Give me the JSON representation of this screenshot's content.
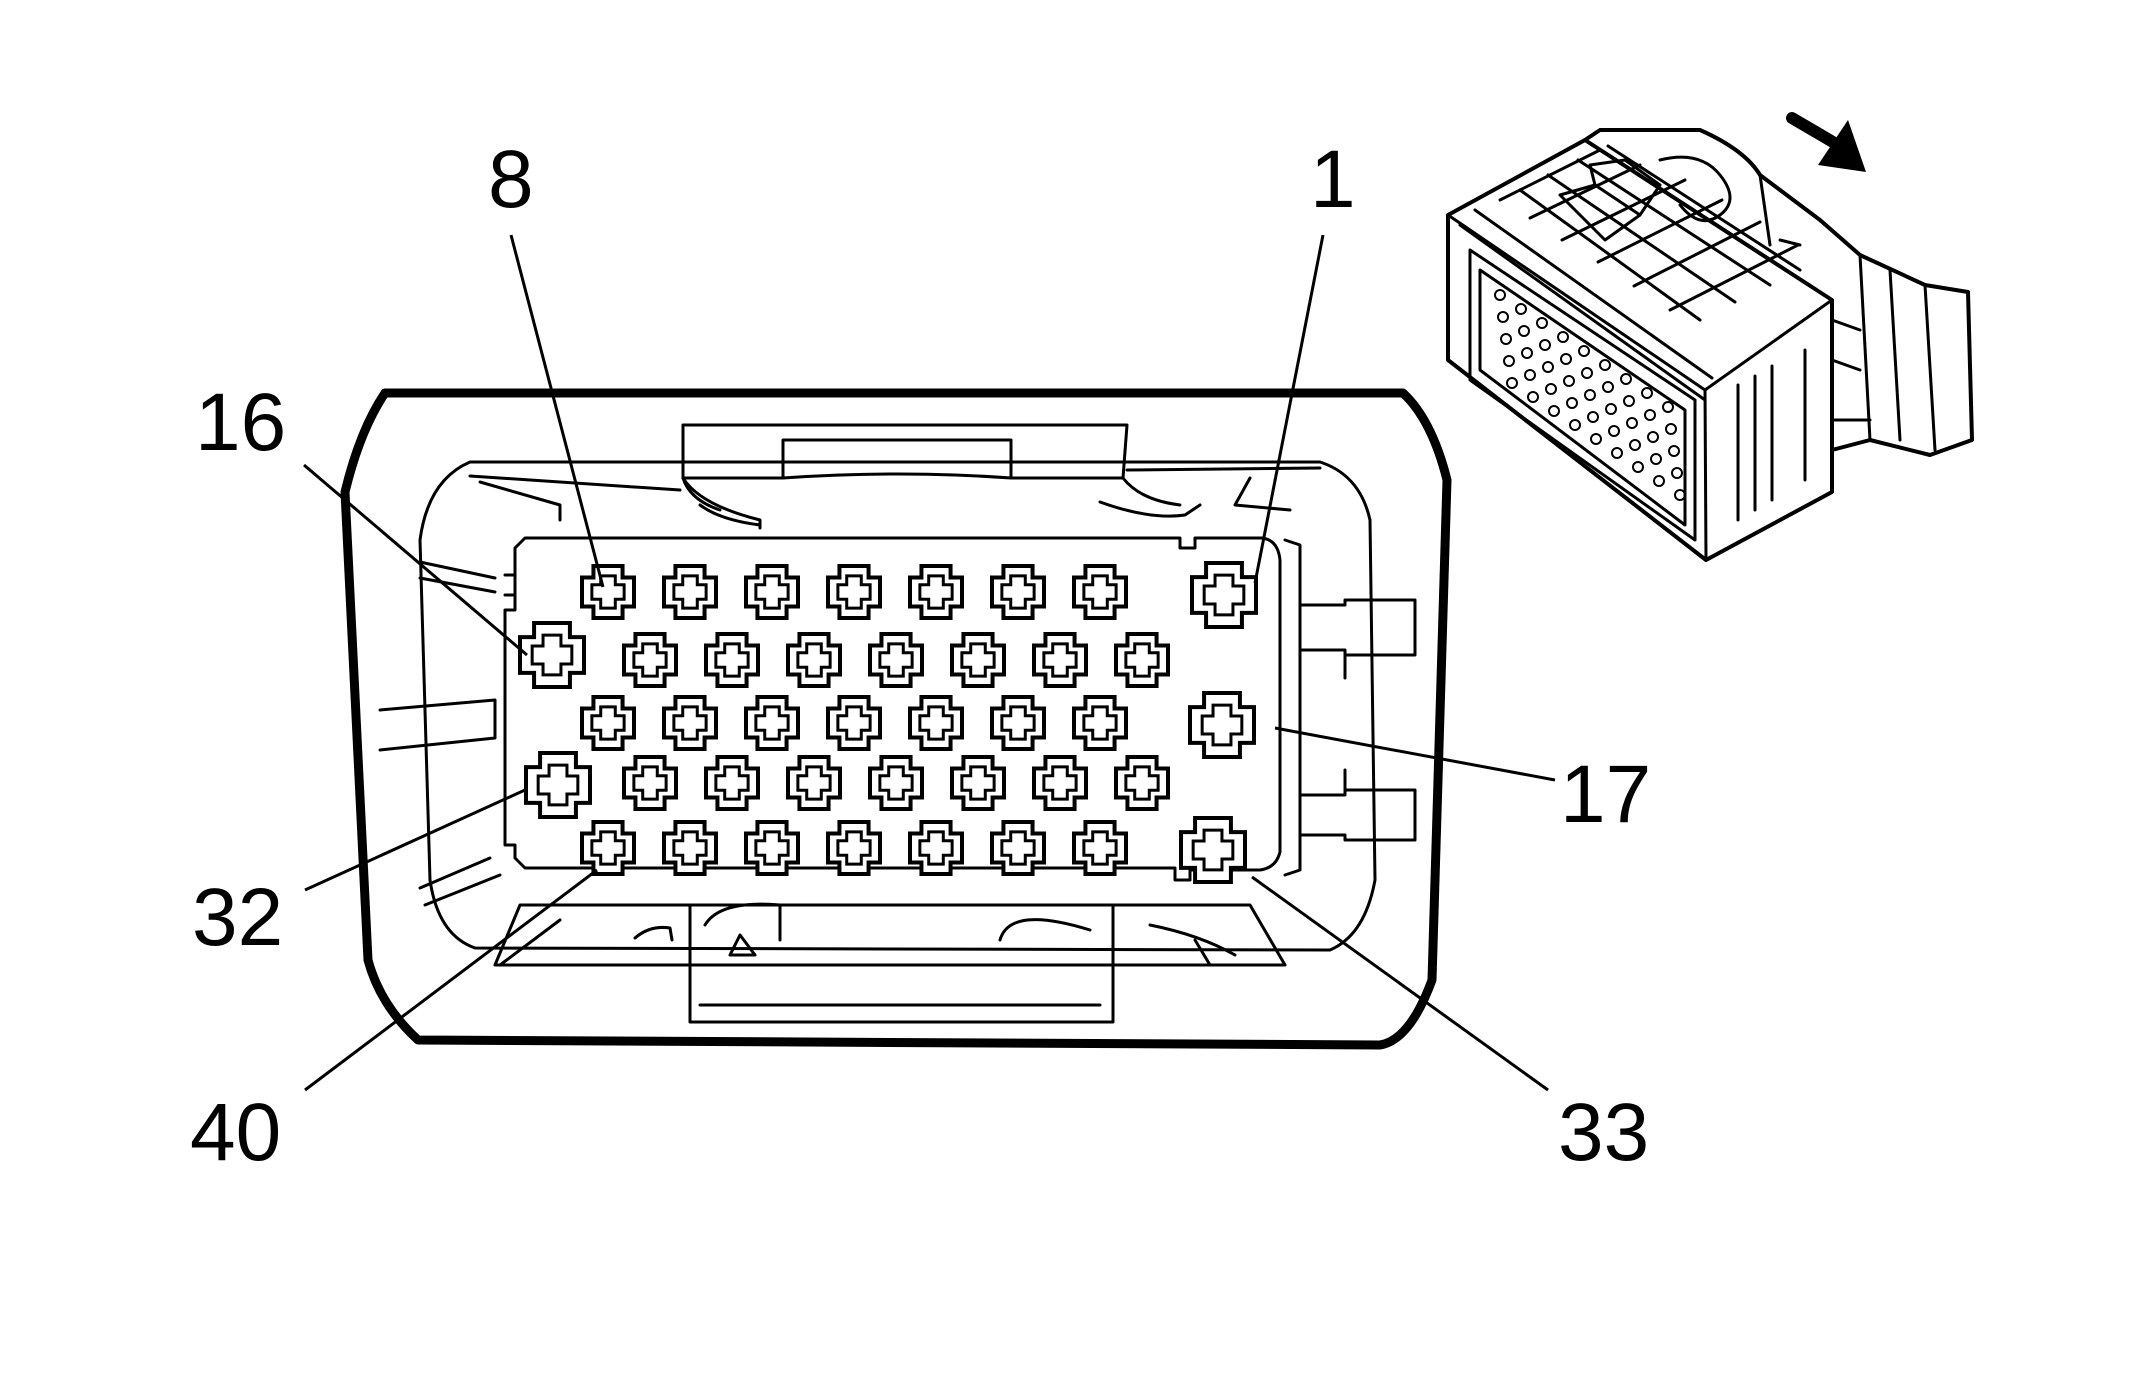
{
  "diagram": {
    "type": "connector-face-pinout",
    "line_color": "#000000",
    "background_color": "#ffffff",
    "orientation_arrow_icon": "arrow-down-right-icon",
    "pin_labels": {
      "p8": "8",
      "p1": "1",
      "p16": "16",
      "p17": "17",
      "p32": "32",
      "p40": "40",
      "p33": "33"
    }
  }
}
